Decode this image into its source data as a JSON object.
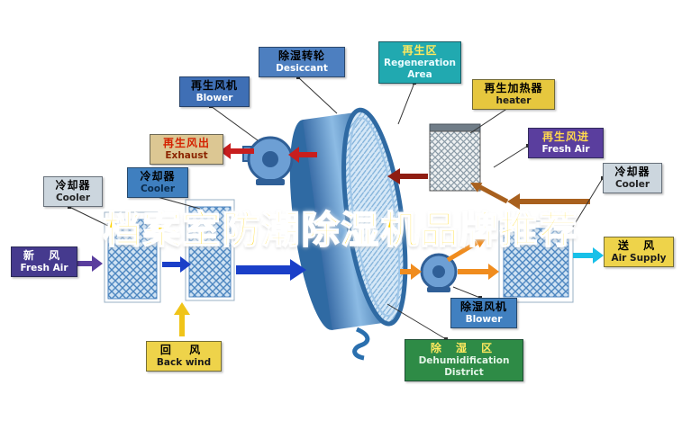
{
  "title": {
    "text": "档案室防潮除湿机品牌推荐"
  },
  "labels": {
    "desiccant": {
      "zh": "除湿转轮",
      "en": "Desiccant"
    },
    "regeneration_area": {
      "zh": "再生区",
      "en": "Regeneration Area"
    },
    "regen_blower": {
      "zh": "再生风机",
      "en": "Blower"
    },
    "regen_heater": {
      "zh": "再生加热器",
      "en": "heater"
    },
    "exhaust": {
      "zh": "再生风出",
      "en": "Exhaust"
    },
    "regen_fresh_air": {
      "zh": "再生风进",
      "en": "Fresh Air"
    },
    "cooler_far_left": {
      "zh": "冷却器",
      "en": "Cooler"
    },
    "cooler_left": {
      "zh": "冷却器",
      "en": "Cooler"
    },
    "cooler_right": {
      "zh": "冷却器",
      "en": "Cooler"
    },
    "fresh_air_in": {
      "zh": "新 风",
      "en": "Fresh Air"
    },
    "air_supply": {
      "zh": "送 风",
      "en": "Air Supply"
    },
    "back_wind": {
      "zh": "回 风",
      "en": "Back wind"
    },
    "dehumid_blower": {
      "zh": "除湿风机",
      "en": "Blower"
    },
    "dehumid_area": {
      "zh": "除 湿 区",
      "en": "Dehumidification District"
    }
  },
  "palette": {
    "title_color": "#ffd400",
    "wheel_blue": "#2f6aa3",
    "process_air_blue": "#1a3fc8",
    "regen_exhaust_red": "#c81e1e",
    "regen_inlet_brown": "#a8601e",
    "supply_cyan": "#18c0e8",
    "return_yellow": "#f0c419",
    "supply_orange": "#f08c1e",
    "fresh_air_purple": "#5a3e9e"
  }
}
